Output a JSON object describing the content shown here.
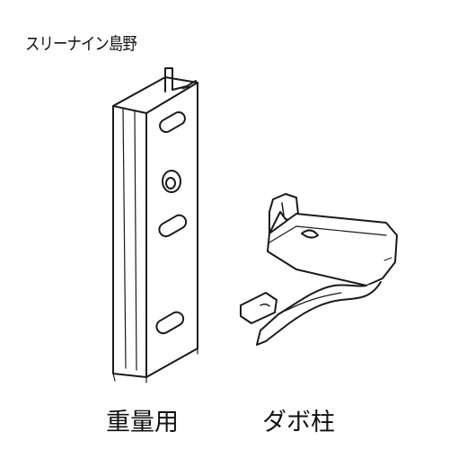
{
  "brand_label": "スリーナイン島野",
  "items": [
    {
      "caption": "重量用",
      "icon": "heavy-duty-upright-post"
    },
    {
      "caption": "ダボ柱",
      "icon": "dowel-bracket"
    }
  ],
  "colors": {
    "line": "#1a1a1a",
    "background": "#ffffff"
  }
}
